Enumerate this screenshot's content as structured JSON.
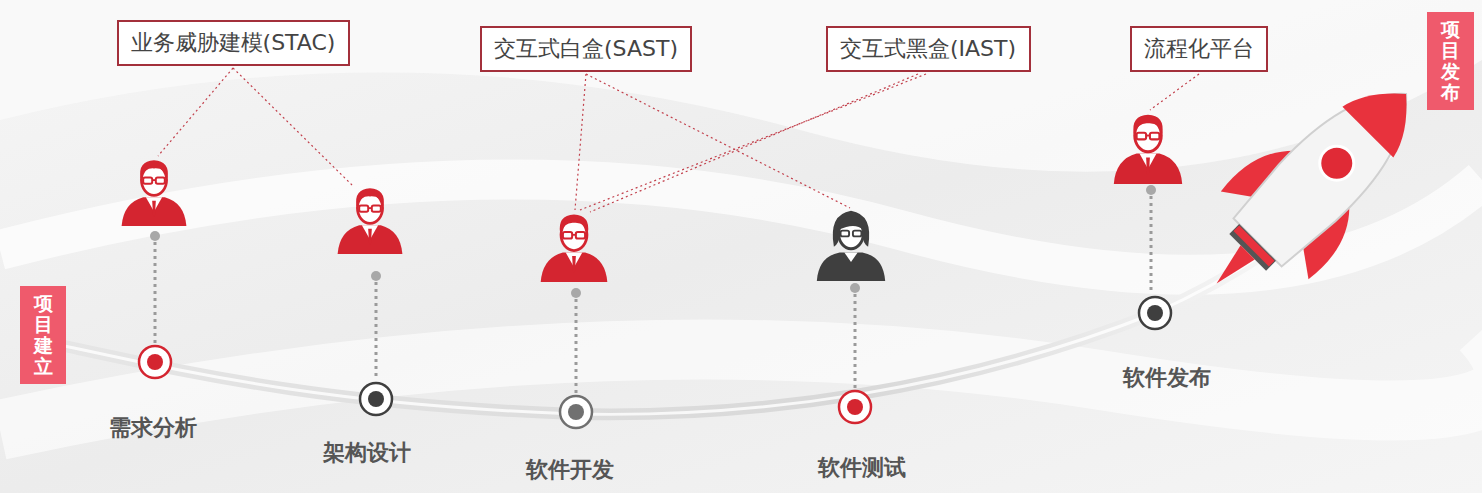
{
  "diagram": {
    "nodes": [
      {
        "text": [
          "业务威胁建模(STAC)"
        ]
      },
      {
        "text": [
          "交互式白盒(SAST)"
        ]
      },
      {
        "text": [
          "交互式黑盒(IAST)"
        ]
      },
      {
        "text": [
          "流程化平台"
        ]
      },
      {
        "text": [
          "项目发布"
        ]
      },
      {
        "text": [
          "项目建立"
        ]
      }
    ],
    "labels": [
      "需求分析",
      "架构设计",
      "软件开发",
      "软件测试",
      "软件发布"
    ]
  }
}
